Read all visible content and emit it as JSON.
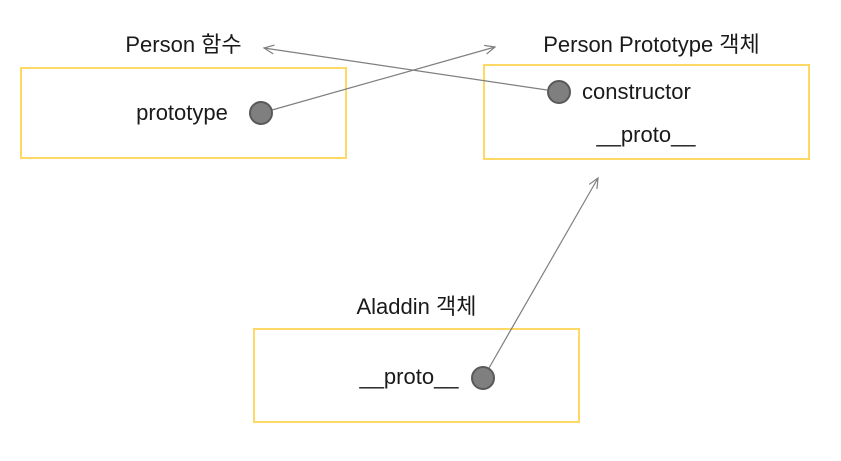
{
  "colors": {
    "background": "#ffffff",
    "box_border": "#ffd966",
    "dot_fill": "#7f7f7f",
    "dot_stroke": "#595959",
    "arrow": "#7f7f7f",
    "text": "#1a1a1a"
  },
  "boxes": {
    "person_function": {
      "title": "Person 함수",
      "member_prototype": "prototype"
    },
    "person_prototype": {
      "title": "Person Prototype 객체",
      "member_constructor": "constructor",
      "member_proto": "__proto__"
    },
    "aladdin": {
      "title": "Aladdin 객체",
      "member_proto": "__proto__"
    }
  },
  "relations": [
    {
      "from": "Person 함수 · prototype",
      "to": "Person Prototype 객체"
    },
    {
      "from": "Person Prototype 객체 · constructor",
      "to": "Person 함수"
    },
    {
      "from": "Aladdin 객체 · __proto__",
      "to": "Person Prototype 객체"
    }
  ]
}
